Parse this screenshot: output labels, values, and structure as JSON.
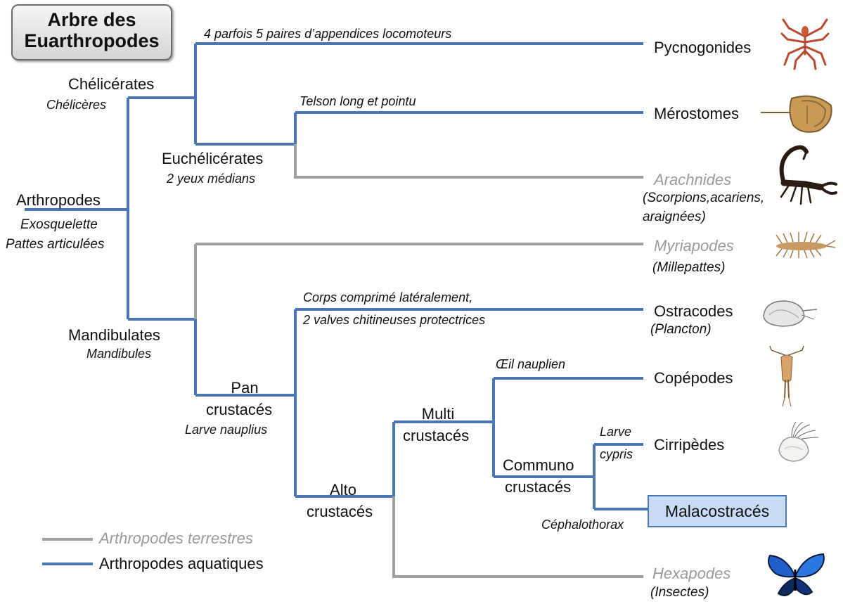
{
  "title": {
    "line1": "Arbre des",
    "line2": "Euarthropodes"
  },
  "colors": {
    "aquatic": "#4a76b4",
    "terrestrial": "#a0a0a0",
    "highlight_fill": "#c9dcf5"
  },
  "nodes": {
    "arthropodes": {
      "name": "Arthropodes",
      "trait1": "Exosquelette",
      "trait2": "Pattes articulées"
    },
    "chelicerates": {
      "name": "Chélicérates",
      "trait": "Chélicères"
    },
    "euchelicerates": {
      "name": "Euchélicérates",
      "trait": "2 yeux médians"
    },
    "mandibulates": {
      "name": "Mandibulates",
      "trait": "Mandibules"
    },
    "pancrustaces": {
      "name1": "Pan",
      "name2": "crustacés",
      "trait": "Larve nauplius"
    },
    "altocrustaces": {
      "name1": "Alto",
      "name2": "crustacés"
    },
    "multicrustaces": {
      "name1": "Multi",
      "name2": "crustacés"
    },
    "communocrustaces": {
      "name1": "Communo",
      "name2": "crustacés"
    }
  },
  "branch_traits": {
    "pycno": "4 parfois 5 paires d’appendices locomoteurs",
    "telson": "Telson long et pointu",
    "ostra1": "Corps comprimé latéralement,",
    "ostra2": "2 valves chitineuses protectrices",
    "oeil": "Œil nauplien",
    "larve1": "Larve",
    "larve2": "cypris",
    "cephalo": "Céphalothorax"
  },
  "leaves": {
    "pycnogonides": {
      "name": "Pycnogonides",
      "icon": "sea-spider-icon"
    },
    "merostomes": {
      "name": "Mérostomes",
      "icon": "horseshoe-crab-icon"
    },
    "arachnides": {
      "name": "Arachnides",
      "sub1": "(Scorpions,acariens,",
      "sub2": "araignées)",
      "icon": "scorpion-icon"
    },
    "myriapodes": {
      "name": "Myriapodes",
      "sub": "(Millepattes)",
      "icon": "centipede-icon"
    },
    "ostracodes": {
      "name": "Ostracodes",
      "sub": "(Plancton)",
      "icon": "ostracod-icon"
    },
    "copepodes": {
      "name": "Copépodes",
      "icon": "copepod-icon"
    },
    "cirripedes": {
      "name": "Cirripèdes",
      "icon": "barnacle-icon"
    },
    "malacostraces": {
      "name": "Malacostracés"
    },
    "hexapodes": {
      "name": "Hexapodes",
      "sub": "(Insectes)",
      "icon": "butterfly-icon"
    }
  },
  "legend": {
    "terrestrial": "Arthropodes terrestres",
    "aquatic": "Arthropodes aquatiques"
  }
}
